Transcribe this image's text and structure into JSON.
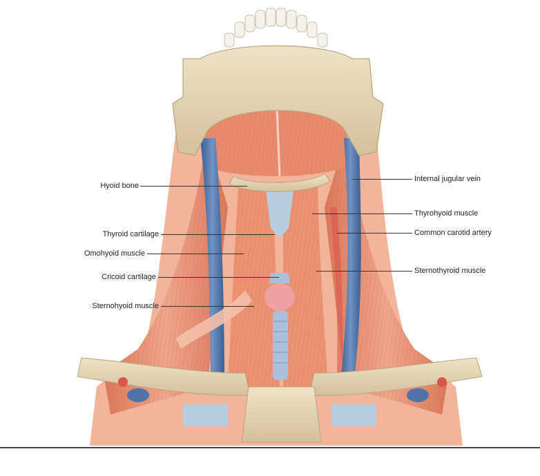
{
  "labels": {
    "hyoid_bone": "Hyoid bone",
    "thyroid_cartilage": "Thyroid cartilage",
    "omohyoid_muscle": "Omohyoid muscle",
    "cricoid_cartilage": "Cricoid cartilage",
    "sternohyoid_muscle": "Sternohyoid muscle",
    "internal_jugular_vein": "Internal jugular vein",
    "thyrohyoid_muscle": "Thyrohyoid muscle",
    "common_carotid_artery": "Common carotid artery",
    "sternothyroid_muscle": "Sternothyroid muscle"
  },
  "colors": {
    "muscle": "#e58a6a",
    "muscle_light": "#f0a98a",
    "bone": "#e5d6b4",
    "bone_shadow": "#c8b58f",
    "vein": "#4f73a8",
    "cartilage": "#b8cce0",
    "thyroid_gland": "#efa0a0",
    "artery": "#d8564a",
    "skin_bg": "#f2c7b2"
  }
}
